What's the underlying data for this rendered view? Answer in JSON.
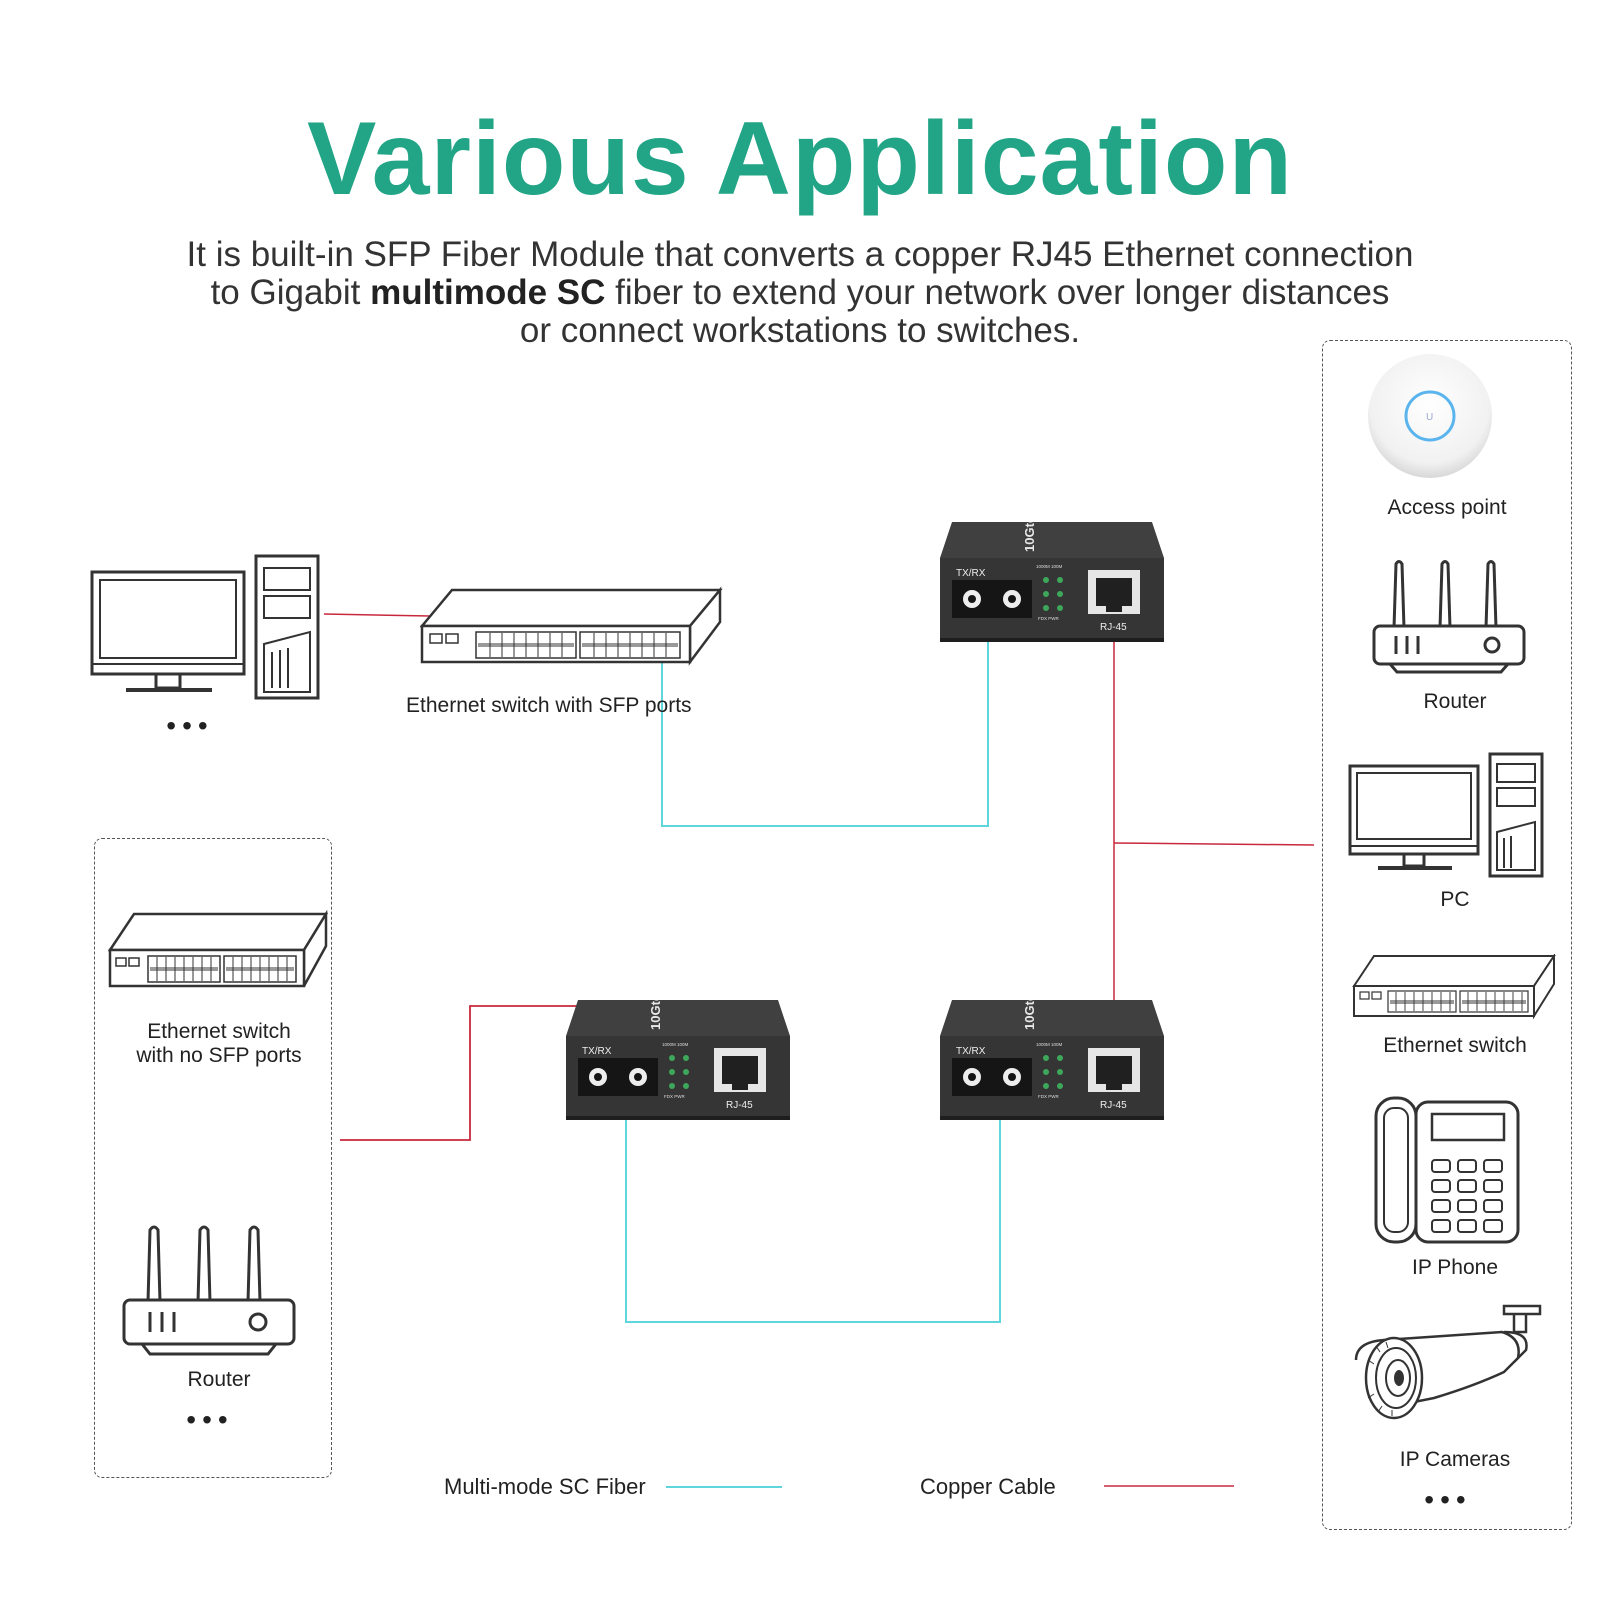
{
  "title": "Various Application",
  "subtitle": {
    "line1": "It is built-in SFP Fiber Module that converts a copper RJ45 Ethernet connection",
    "line2_a": "to Gigabit ",
    "line2_bold": "multimode SC",
    "line2_b": " fiber to extend your network over longer distances",
    "line3": "or connect workstations to switches."
  },
  "converter": {
    "txrx": "TX/RX",
    "rj45": "RJ-45",
    "led_top": "1000M  100M",
    "led_bottom": "FDX  PWR"
  },
  "top_left": {
    "switch_label": "Ethernet switch with SFP ports",
    "more": "•••"
  },
  "left_box": {
    "switch_label_line1": "Ethernet switch",
    "switch_label_line2": "with no SFP ports",
    "router_label": "Router",
    "more": "•••"
  },
  "right_box": {
    "items": [
      {
        "label": "Access point",
        "icon": "access-point-icon"
      },
      {
        "label": "Router",
        "icon": "router-icon"
      },
      {
        "label": "PC",
        "icon": "pc-icon"
      },
      {
        "label": "Ethernet switch",
        "icon": "switch-icon"
      },
      {
        "label": "IP Phone",
        "icon": "ip-phone-icon"
      },
      {
        "label": "IP Cameras",
        "icon": "ip-camera-icon"
      }
    ],
    "more": "•••"
  },
  "legend": {
    "fiber": "Multi-mode SC Fiber",
    "copper": "Copper Cable"
  },
  "colors": {
    "title": "#22a586",
    "fiber": "#5fd6dc",
    "copper": "#c8283c",
    "device": "#3a3a3a"
  }
}
